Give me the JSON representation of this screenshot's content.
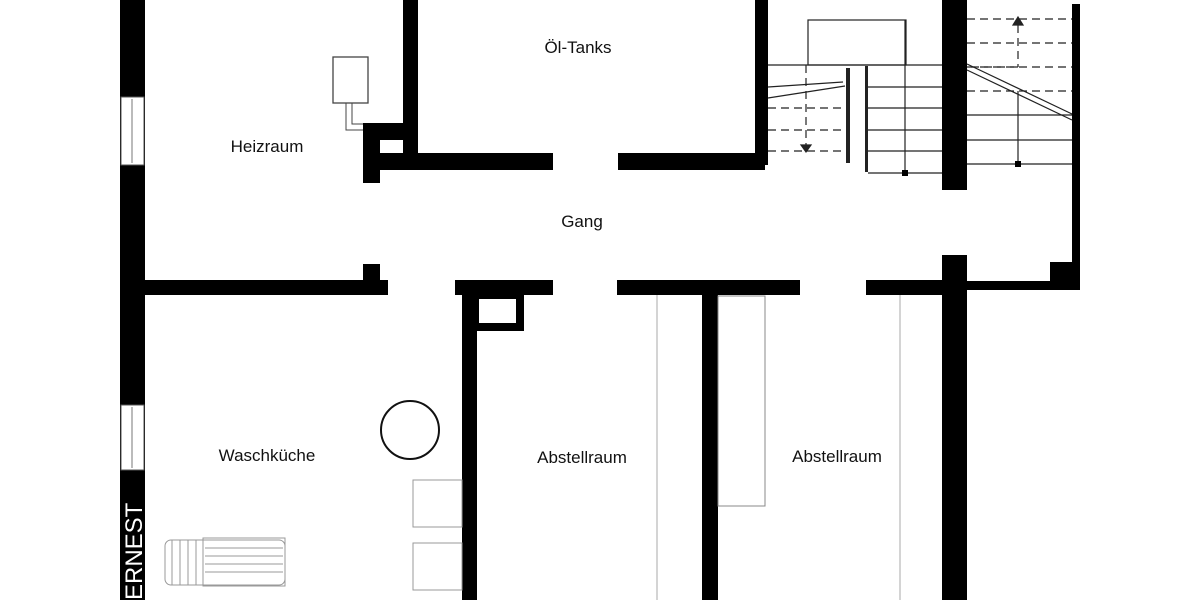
{
  "plan": {
    "rooms": [
      {
        "id": "oel-tanks",
        "label": "Öl-Tanks"
      },
      {
        "id": "heizraum",
        "label": "Heizraum"
      },
      {
        "id": "gang",
        "label": "Gang"
      },
      {
        "id": "waschkueche",
        "label": "Waschküche"
      },
      {
        "id": "abstellraum-1",
        "label": "Abstellraum"
      },
      {
        "id": "abstellraum-2",
        "label": "Abstellraum"
      }
    ],
    "watermark": "ERNEST",
    "colors": {
      "wall": "#000000",
      "fixture": "#999999",
      "background": "#ffffff"
    }
  }
}
